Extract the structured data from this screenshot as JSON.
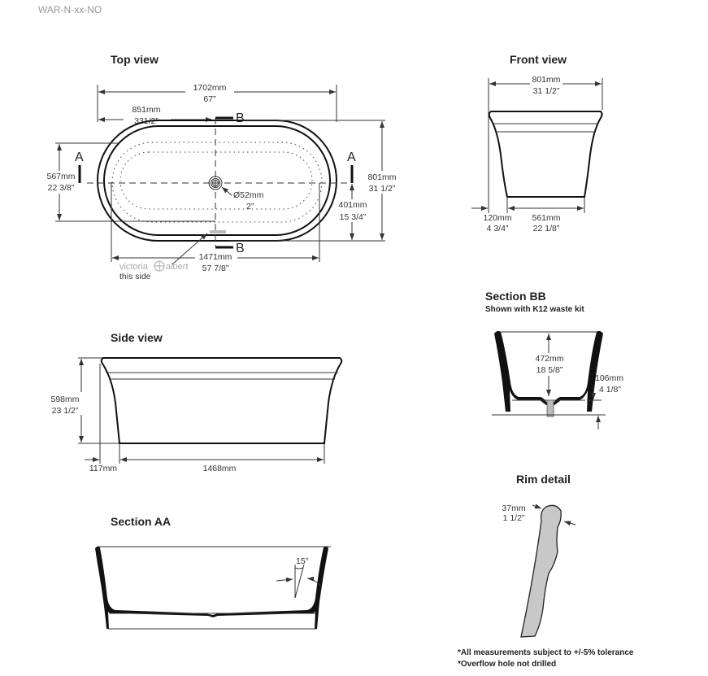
{
  "header": {
    "code": "WAR-N-xx-NO"
  },
  "top_view": {
    "title": "Top view",
    "length_mm": "1702mm",
    "length_in": "67”",
    "half_mm": "851mm",
    "half_in": "331/2”",
    "inner_width_mm": "567mm",
    "inner_width_in": "22 3/8”",
    "width_mm": "801mm",
    "width_in": "31 1/2”",
    "drain_offset_mm": "401mm",
    "drain_offset_in": "15 3/4”",
    "drain_mm": "Ø52mm",
    "drain_in": "2”",
    "inner_length_mm": "1471mm",
    "inner_length_in": "57  7/8”",
    "section_a": "A",
    "section_b": "B",
    "brand_left": "victoria",
    "brand_right": "albert",
    "brand_note": "this side"
  },
  "front_view": {
    "title": "Front view",
    "width_mm": "801mm",
    "width_in": "31 1/2”",
    "offset_mm": "120mm",
    "offset_in": "4 3/4”",
    "base_mm": "561mm",
    "base_in": "22 1/8”"
  },
  "section_bb": {
    "title": "Section BB",
    "subtitle": "Shown with K12 waste kit",
    "depth_mm": "472mm",
    "depth_in": "18 5/8”",
    "base_mm": "106mm",
    "base_in": "4 1/8”"
  },
  "side_view": {
    "title": "Side view",
    "height_mm": "598mm",
    "height_in": "23 1/2”",
    "offset_mm": "117mm",
    "base_mm": "1468mm"
  },
  "section_aa": {
    "title": "Section AA",
    "angle": "15°"
  },
  "rim_detail": {
    "title": "Rim detail",
    "thickness_mm": "37mm",
    "thickness_in": "1 1/2”"
  },
  "notes": [
    "*All measurements subject to +/-5% tolerance",
    "*Overflow hole not drilled"
  ]
}
